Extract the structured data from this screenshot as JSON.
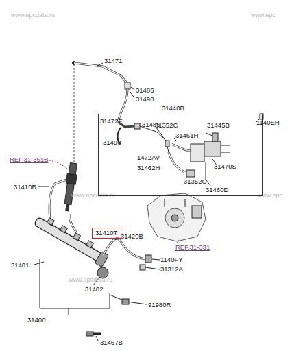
{
  "diagram": {
    "nodes": [
      {
        "text": [
          "31440B"
        ]
      },
      {
        "text": [
          "31410T"
        ]
      }
    ],
    "labels": [
      "www.epcdata.ru",
      "www.epc",
      "31471",
      "31486",
      "31490",
      "1140EH",
      "31472F",
      "31485",
      "31352C",
      "31445B",
      "31461H",
      "31490",
      "1472AV",
      "31462H",
      "31470S",
      "31352C",
      "31460D",
      "REF.31-351B",
      "31410B",
      "www.epcdata.ru",
      "www.epc",
      "31420B",
      "REF.31-331",
      "31401",
      "1140FY",
      "31312A",
      "www.epcdata.ru",
      "31402",
      "91980R",
      "31400",
      "31467B"
    ]
  }
}
